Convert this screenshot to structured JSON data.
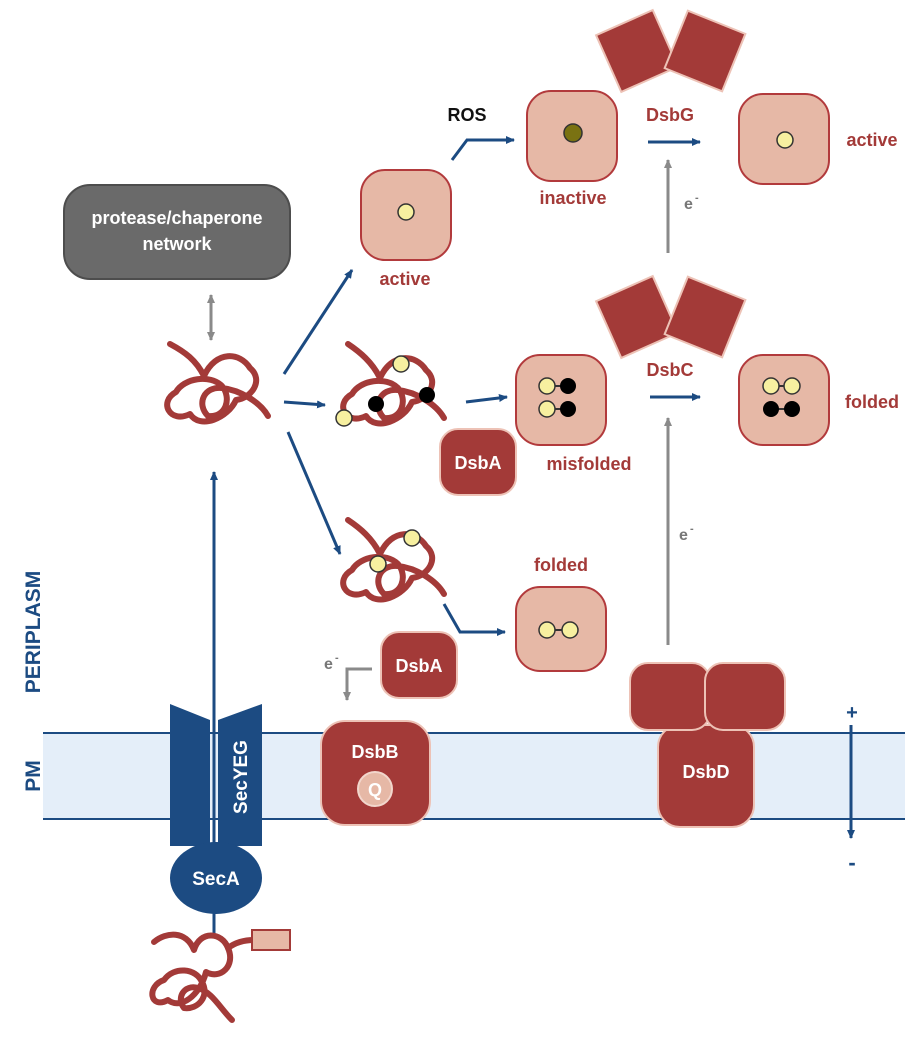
{
  "colors": {
    "dark_red": "#a33a38",
    "protein_fill": "#e6b8a6",
    "protein_stroke": "#b23a3c",
    "cys_reduced": "#f7f0a0",
    "cys_oxidized_dark": "#7a7212",
    "cys_black": "#000000",
    "navy": "#1c4b82",
    "gray_arrow": "#8a8a8a",
    "membrane_fill": "#e4eef9",
    "network_box": "#6a6a6a",
    "enzyme_border": "#edc2b6"
  },
  "labels": {
    "protease_network": "protease/chaperone network",
    "ros": "ROS",
    "active_1": "active",
    "inactive": "inactive",
    "dsbg": "DsbG",
    "active_2": "active",
    "electron_1": "e",
    "electron_minus": "-",
    "dsbc": "DsbC",
    "misfolded": "misfolded",
    "folded_right": "folded",
    "dsba_1": "DsbA",
    "electron_2": "e",
    "folded_mid": "folded",
    "dsba_2": "DsbA",
    "electron_3": "e",
    "dsbb": "DsbB",
    "quinone": "Q",
    "dsbd": "DsbD",
    "secyeg": "SecYEG",
    "seca": "SecA",
    "periplasm": "PERIPLASM",
    "pm": "PM",
    "potential_plus": "+",
    "potential_minus": "-"
  },
  "icons": {
    "protein_chain": "unfolded-protein-icon",
    "signal_peptide": "signal-peptide-icon",
    "cysteine": "cysteine-circle-icon"
  }
}
